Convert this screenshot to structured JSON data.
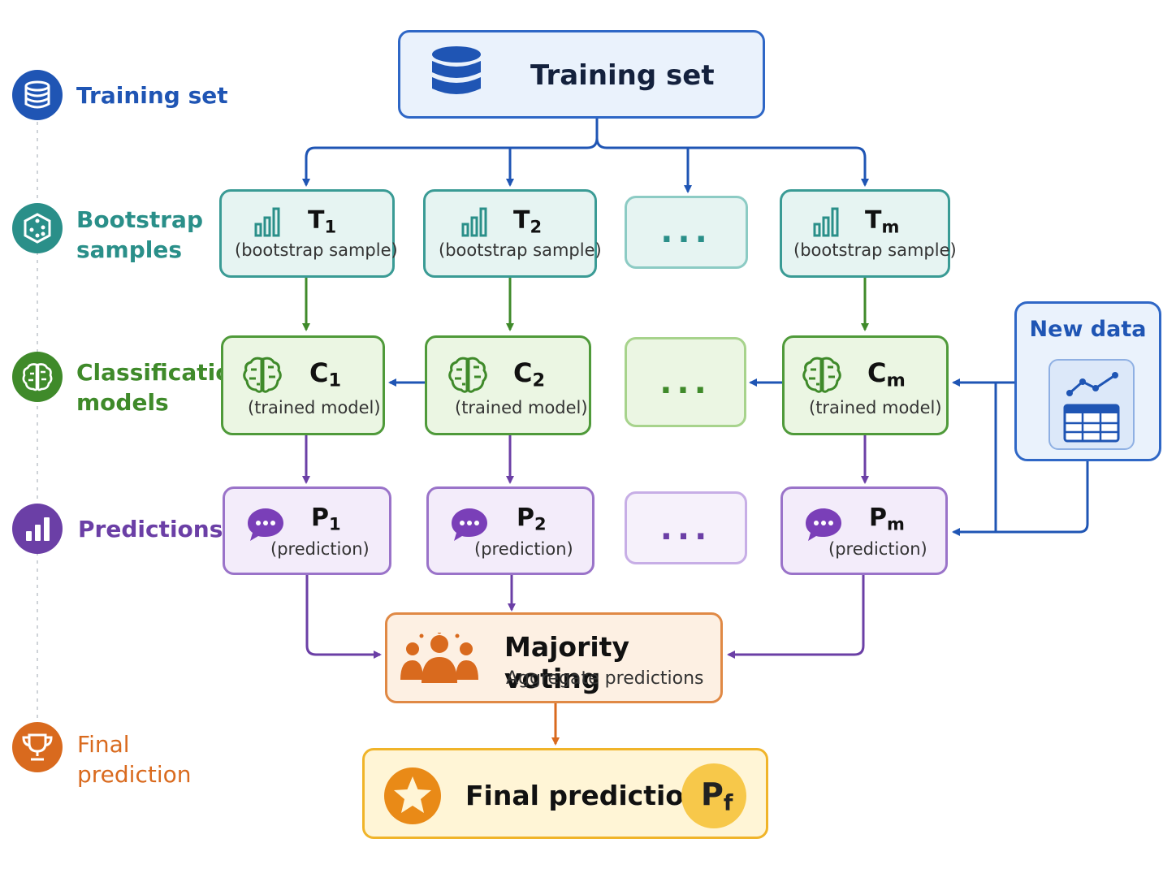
{
  "sidebar": {
    "training_set": "Training set",
    "bootstrap_line1": "Bootstrap",
    "bootstrap_line2": "samples",
    "classification_line1": "Classification",
    "classification_line2": "models",
    "predictions": "Predictions",
    "final_line1": "Final",
    "final_line2": "prediction"
  },
  "top": {
    "title": "Training set"
  },
  "bootstrap": [
    {
      "letter": "T",
      "index": "1",
      "desc": "(bootstrap sample)"
    },
    {
      "letter": "T",
      "index": "2",
      "desc": "(bootstrap sample)"
    },
    {
      "letter": "T",
      "index": "m",
      "desc": "(bootstrap sample)"
    }
  ],
  "models": [
    {
      "letter": "C",
      "index": "1",
      "desc": "(trained model)"
    },
    {
      "letter": "C",
      "index": "2",
      "desc": "(trained model)"
    },
    {
      "letter": "C",
      "index": "m",
      "desc": "(trained model)"
    }
  ],
  "predictions": [
    {
      "letter": "P",
      "index": "1",
      "desc": "(prediction)"
    },
    {
      "letter": "P",
      "index": "2",
      "desc": "(prediction)"
    },
    {
      "letter": "P",
      "index": "m",
      "desc": "(prediction)"
    }
  ],
  "ellipsis": "...",
  "new_data": {
    "title": "New data"
  },
  "voting": {
    "title": "Majority voting",
    "subtitle": "Aggregate predictions"
  },
  "final": {
    "title": "Final prediction",
    "badge_letter": "P",
    "badge_index": "f"
  },
  "colors": {
    "blue": "#1f55b4",
    "teal": "#2a8f89",
    "green": "#3f8a2a",
    "purple": "#6b3fa6",
    "orange": "#d96a1e",
    "gold": "#f0b429"
  }
}
